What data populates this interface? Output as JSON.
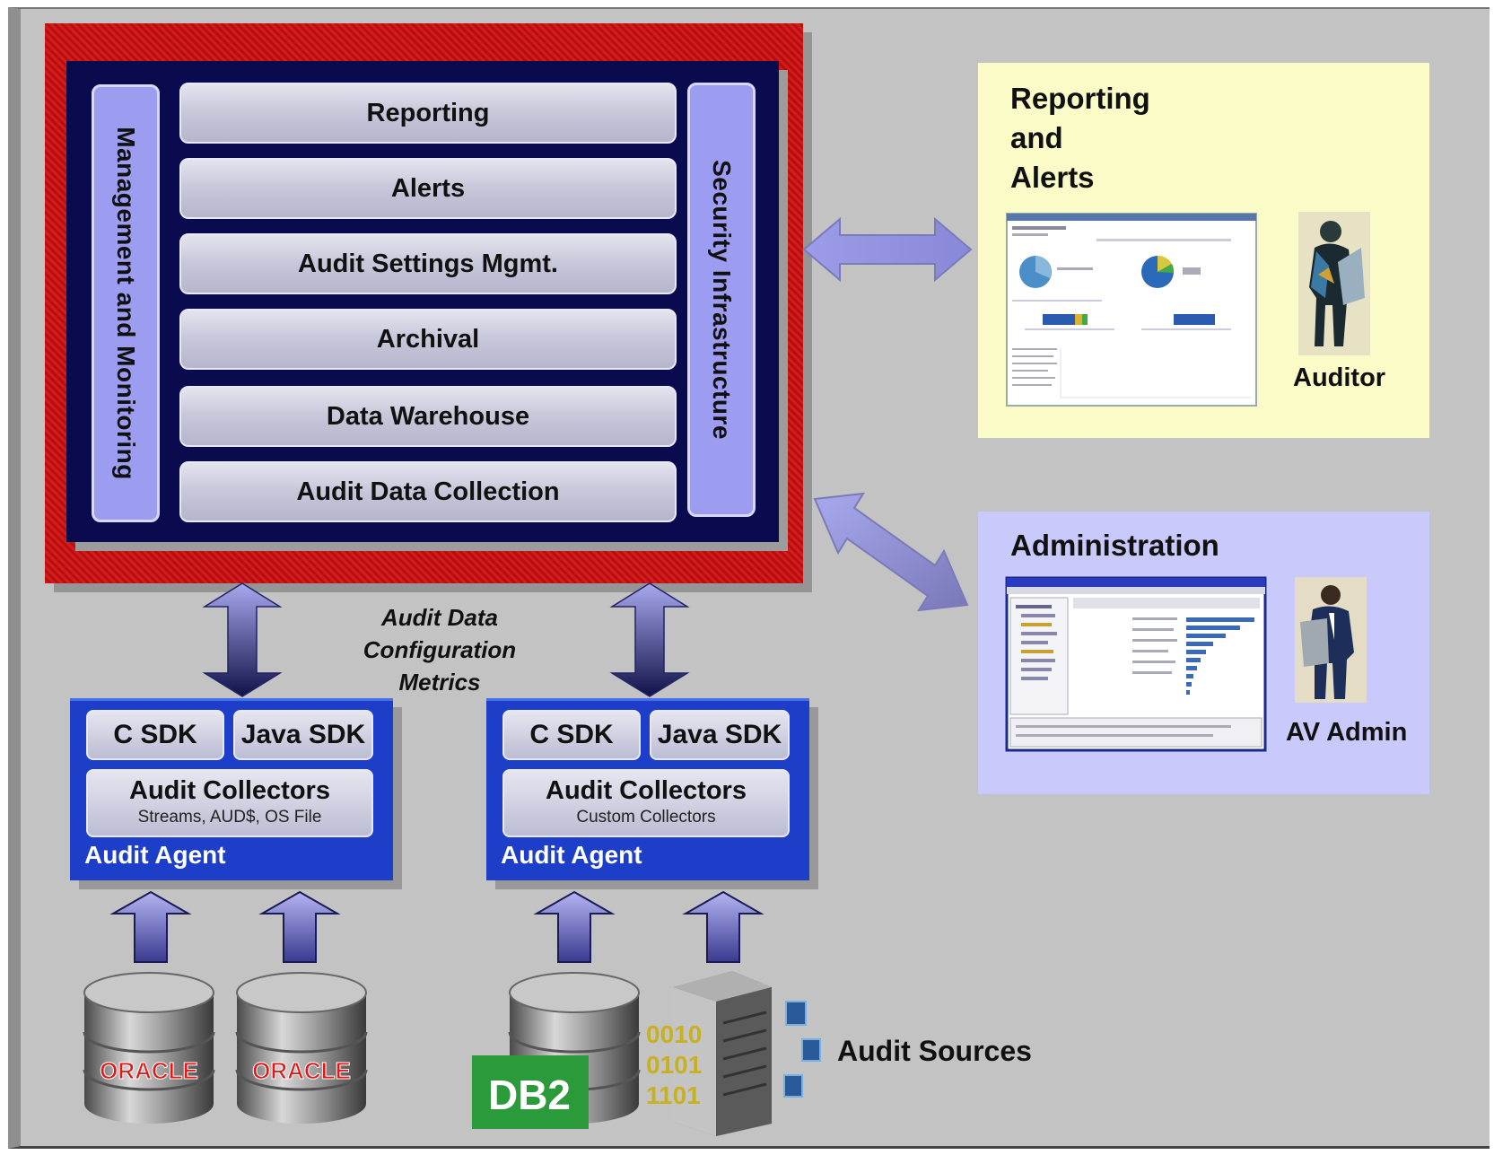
{
  "architecture": {
    "left_bar": "Management and Monitoring",
    "right_bar": "Security Infrastructure",
    "layers": [
      "Reporting",
      "Alerts",
      "Audit Settings Mgmt.",
      "Archival",
      "Data Warehouse",
      "Audit Data Collection"
    ]
  },
  "reporting_panel": {
    "title_lines": [
      "Reporting",
      "and",
      "Alerts"
    ],
    "role": "Auditor"
  },
  "admin_panel": {
    "title": "Administration",
    "role": "AV Admin"
  },
  "center_label": {
    "lines": [
      "Audit Data",
      "Configuration",
      "Metrics"
    ]
  },
  "agents": [
    {
      "c_sdk": "C SDK",
      "java_sdk": "Java SDK",
      "collectors": "Audit Collectors",
      "collectors_detail": "Streams, AUD$, OS File",
      "label": "Audit Agent"
    },
    {
      "c_sdk": "C SDK",
      "java_sdk": "Java SDK",
      "collectors": "Audit Collectors",
      "collectors_detail": "Custom Collectors",
      "label": "Audit Agent"
    }
  ],
  "sources": {
    "oracle_logo": "ORACLE",
    "db2_logo": "DB2",
    "binary": [
      "0010",
      "0101",
      "1101"
    ],
    "label": "Audit Sources"
  },
  "colors": {
    "outer_frame": "#d51c1c",
    "core": "#0a0a4e",
    "side_bars": "#9c9cf0",
    "agent": "#1c3ec8",
    "reporting_panel": "#fbfbc8",
    "admin_panel": "#c9c9fb",
    "db2_badge": "#2a9a3a"
  },
  "icons": {
    "arrows": "double-arrow-icon",
    "databases": "database-cylinder-icon",
    "server": "server-tower-icon",
    "people": "person-silhouette-icon"
  }
}
